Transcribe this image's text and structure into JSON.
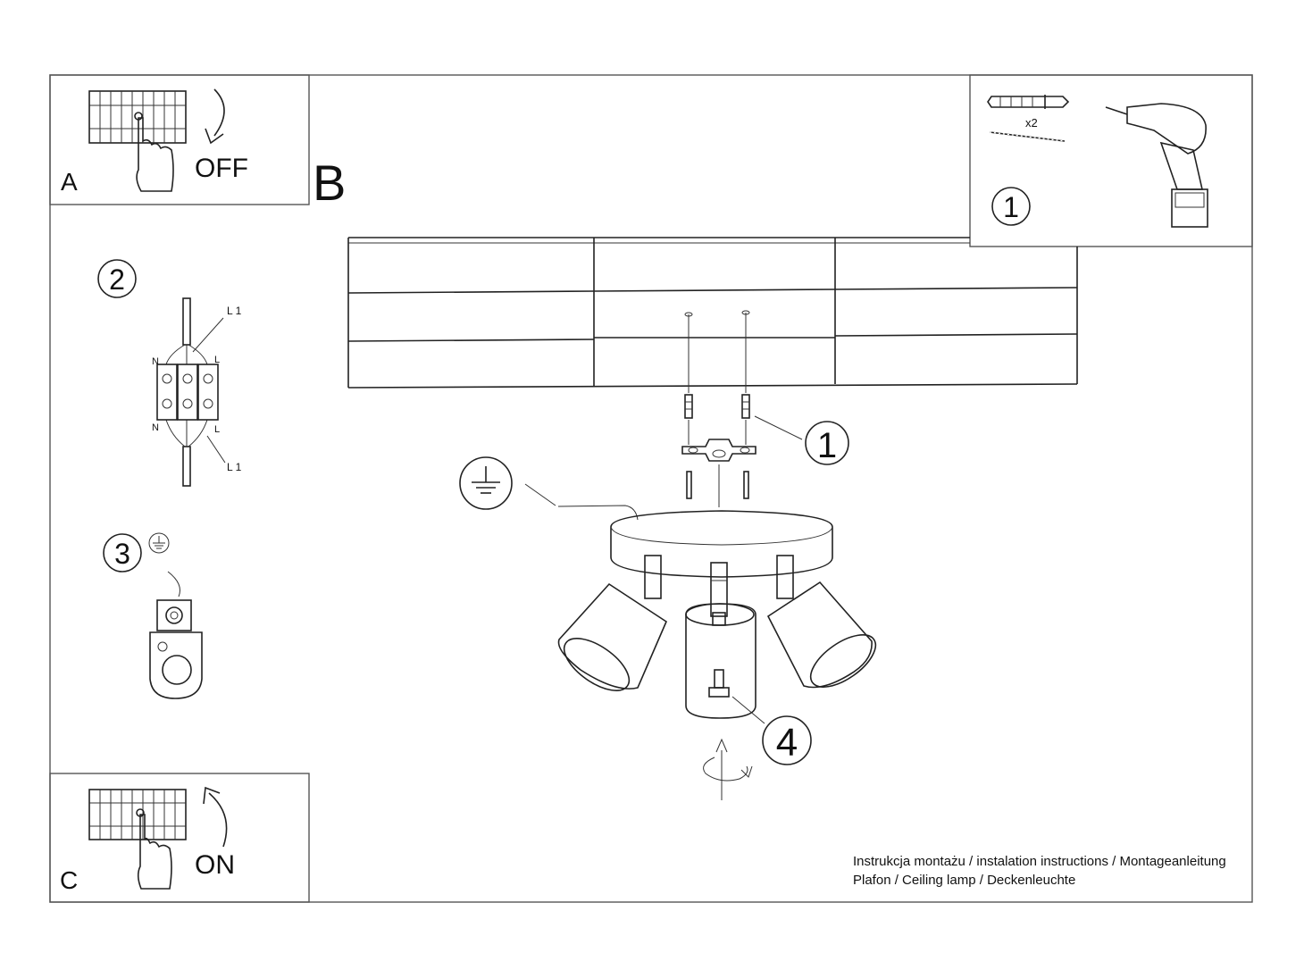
{
  "panels": {
    "a": {
      "letter": "A",
      "word": "OFF"
    },
    "b": {
      "letter": "B"
    },
    "c": {
      "letter": "C",
      "word": "ON"
    }
  },
  "steps": {
    "s1_tools": "1",
    "s1_qty": "x2",
    "s1_main": "1",
    "s2": "2",
    "s3": "3",
    "s4": "4"
  },
  "wiring": {
    "l1_top": "L 1",
    "n_top": "N",
    "l_top": "L",
    "n_bottom": "N",
    "l_bottom": "L",
    "l1_bottom": "L 1"
  },
  "caption": {
    "line1": "Instrukcja montażu / instalation instructions / Montageanleitung",
    "line2": "Plafon / Ceiling lamp / Deckenleuchte"
  }
}
